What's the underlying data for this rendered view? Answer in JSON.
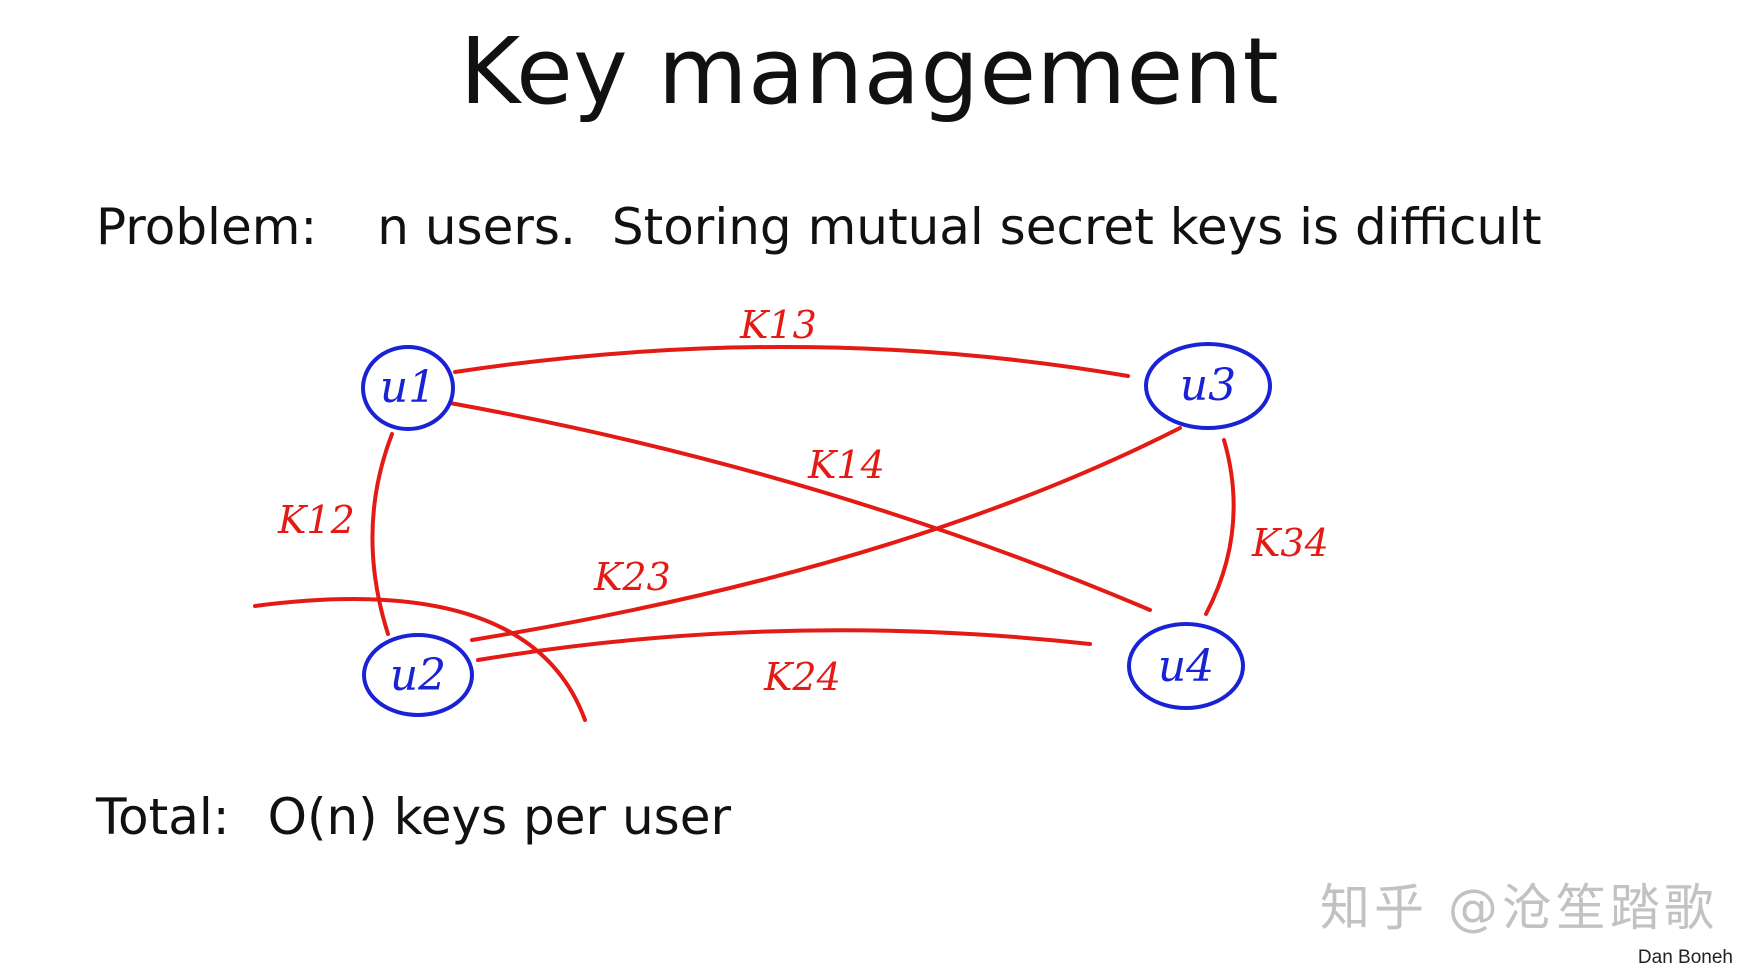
{
  "slide": {
    "title": "Key management",
    "problem": {
      "label": "Problem:",
      "part1": "n users.",
      "part2": "Storing mutual secret keys is difficult"
    },
    "total": {
      "label": "Total:",
      "value": "O(n) keys per user"
    },
    "credit": "Dan Boneh",
    "watermark": "知乎 @沧笙踏歌"
  },
  "diagram": {
    "colors": {
      "node": "#1a22d6",
      "edge": "#e31b14"
    },
    "nodes": [
      {
        "id": "u1",
        "label": "u1"
      },
      {
        "id": "u2",
        "label": "u2"
      },
      {
        "id": "u3",
        "label": "u3"
      },
      {
        "id": "u4",
        "label": "u4"
      }
    ],
    "edges": [
      {
        "from": "u1",
        "to": "u3",
        "label": "K13"
      },
      {
        "from": "u1",
        "to": "u2",
        "label": "K12"
      },
      {
        "from": "u1",
        "to": "u4",
        "label": "K14"
      },
      {
        "from": "u2",
        "to": "u3",
        "label": "K23"
      },
      {
        "from": "u2",
        "to": "u4",
        "label": "K24"
      },
      {
        "from": "u3",
        "to": "u4",
        "label": "K34"
      }
    ]
  }
}
